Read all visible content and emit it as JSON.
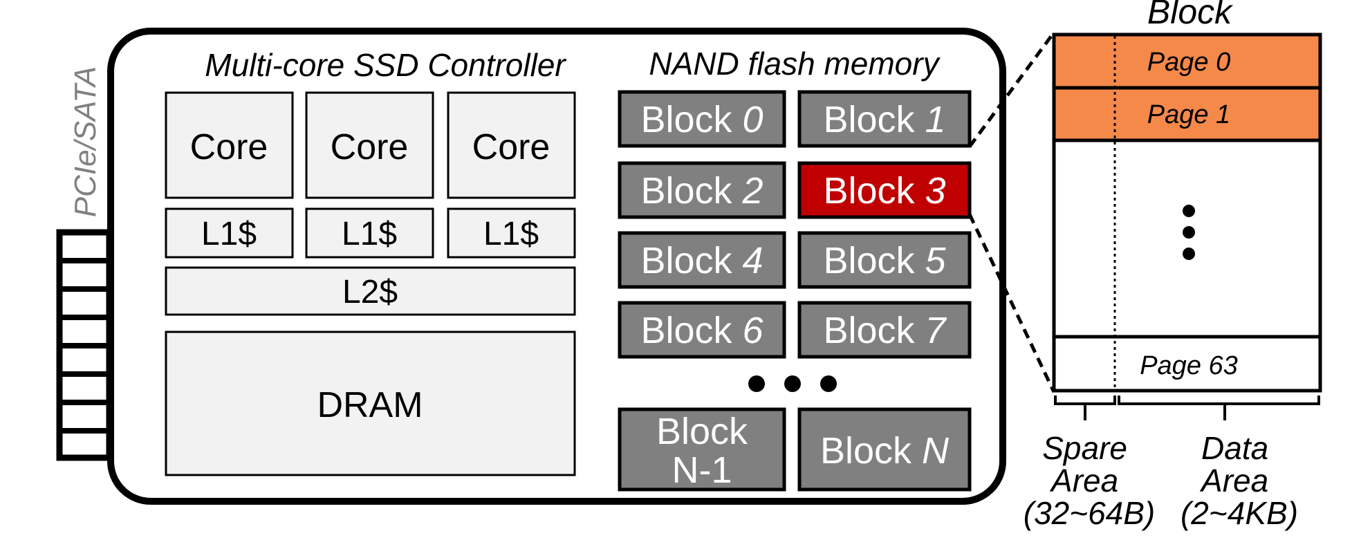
{
  "interface": {
    "label": "PCIe/SATA"
  },
  "controller": {
    "title": "Multi-core SSD Controller",
    "cores": [
      "Core",
      "Core",
      "Core"
    ],
    "l1_caches": [
      "L1$",
      "L1$",
      "L1$"
    ],
    "l2_cache": "L2$",
    "dram": "DRAM"
  },
  "nand": {
    "title": "NAND flash memory",
    "block_word": "Block",
    "blocks": [
      {
        "num": "0",
        "highlight": false
      },
      {
        "num": "1",
        "highlight": false
      },
      {
        "num": "2",
        "highlight": false
      },
      {
        "num": "3",
        "highlight": true
      },
      {
        "num": "4",
        "highlight": false
      },
      {
        "num": "5",
        "highlight": false
      },
      {
        "num": "6",
        "highlight": false
      },
      {
        "num": "7",
        "highlight": false
      }
    ],
    "last_left": {
      "line1": "Block",
      "line2": "N-1"
    },
    "last_right": {
      "word": "Block",
      "num": "N"
    }
  },
  "block_detail": {
    "title": "Block",
    "pages": [
      "Page 0",
      "Page 1"
    ],
    "last_page": "Page 63",
    "spare_area": [
      "Spare",
      "Area",
      "(32~64B)"
    ],
    "data_area": [
      "Data",
      "Area",
      "(2~4KB)"
    ]
  },
  "colors": {
    "block_fill": "#808080",
    "block_highlight": "#c00000",
    "page_fill": "#f4894a",
    "panel_fill": "#f2f2f2",
    "stroke": "#000000",
    "label_gray": "#808080"
  }
}
